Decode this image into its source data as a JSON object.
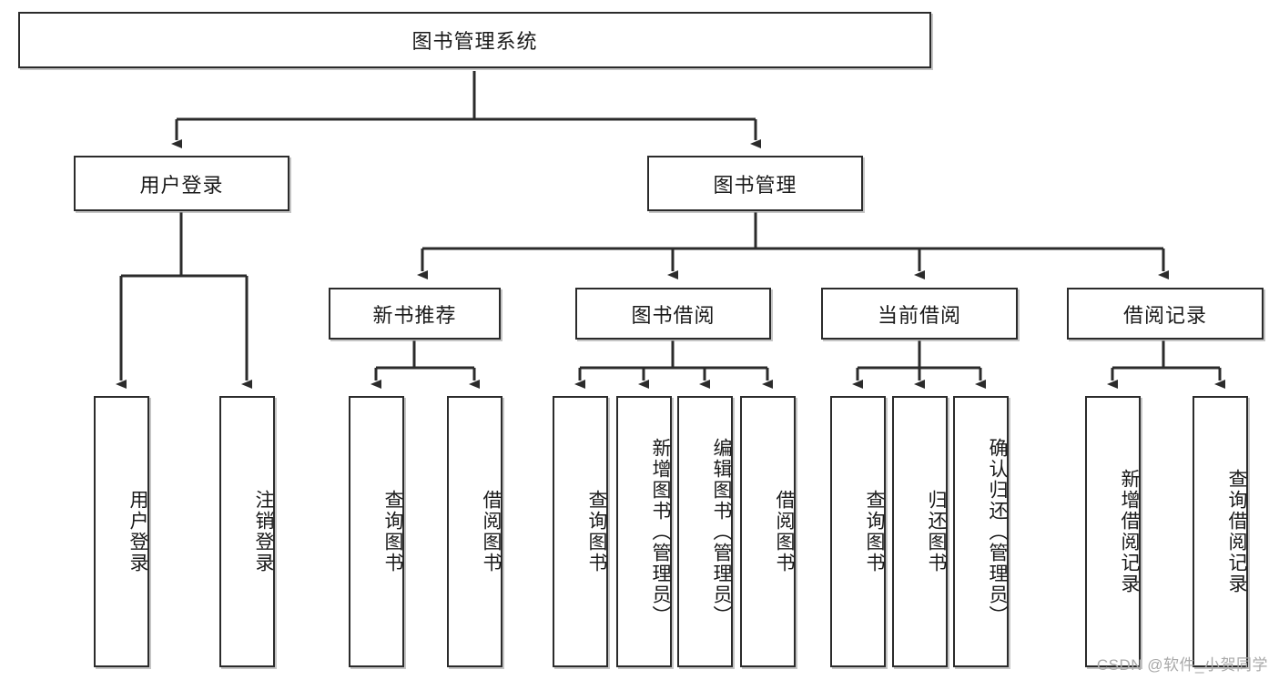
{
  "title": "图书管理系统",
  "watermark": "CSDN @软件_小贺同学",
  "diagram": {
    "type": "tree",
    "orientation": "top-down",
    "root": {
      "label": "图书管理系统"
    },
    "level2": [
      {
        "label": "用户登录"
      },
      {
        "label": "图书管理"
      }
    ],
    "level3": [
      {
        "label": "新书推荐"
      },
      {
        "label": "图书借阅"
      },
      {
        "label": "当前借阅"
      },
      {
        "label": "借阅记录"
      }
    ],
    "leaves": {
      "user_login": [
        {
          "label": "用户登录"
        },
        {
          "label": "注销登录"
        }
      ],
      "new_book_recommend": [
        {
          "label": "查询图书"
        },
        {
          "label": "借阅图书"
        }
      ],
      "book_borrow": [
        {
          "label": "查询图书"
        },
        {
          "label": "新增图书（管理员）"
        },
        {
          "label": "编辑图书（管理员）"
        },
        {
          "label": "借阅图书"
        }
      ],
      "current_borrow": [
        {
          "label": "查询图书"
        },
        {
          "label": "归还图书"
        },
        {
          "label": "确认归还（管理员）"
        }
      ],
      "borrow_records": [
        {
          "label": "新增借阅记录"
        },
        {
          "label": "查询借阅记录"
        }
      ]
    }
  },
  "colors": {
    "stroke": "#2b2b2b",
    "fill": "#ffffff",
    "text": "#1a1a1a",
    "watermark": "#a9a9a9"
  }
}
